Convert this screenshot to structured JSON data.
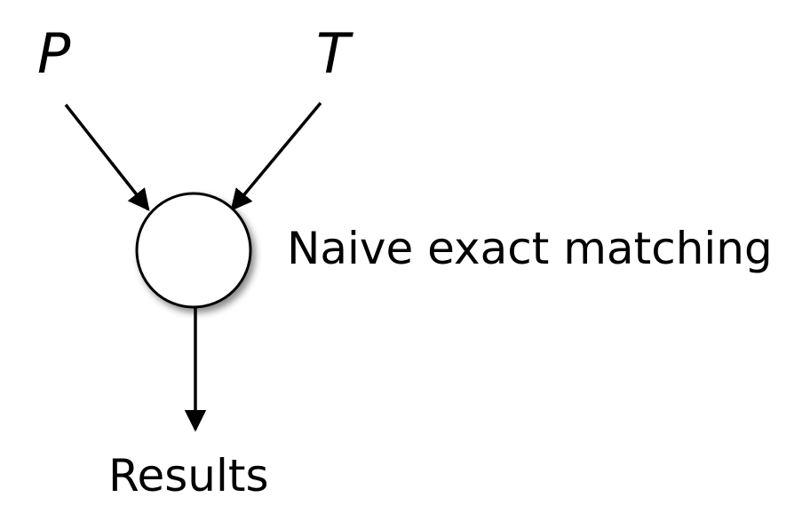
{
  "diagram": {
    "inputs": [
      {
        "id": "P",
        "label": "P"
      },
      {
        "id": "T",
        "label": "T"
      }
    ],
    "process": {
      "label": "Naive exact matching"
    },
    "output": {
      "label": "Results"
    },
    "edges": [
      {
        "from": "P",
        "to": "process"
      },
      {
        "from": "T",
        "to": "process"
      },
      {
        "from": "process",
        "to": "output"
      }
    ]
  }
}
